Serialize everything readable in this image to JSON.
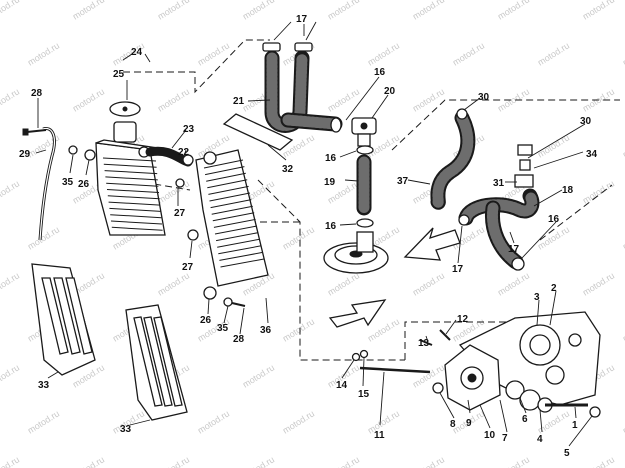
{
  "watermark": "motod.ru",
  "callouts": [
    "1",
    "2",
    "3",
    "4",
    "5",
    "6",
    "7",
    "8",
    "9",
    "10",
    "11",
    "12",
    "13",
    "14",
    "15",
    "16",
    "17",
    "18",
    "19",
    "20",
    "21",
    "22",
    "23",
    "24",
    "25",
    "26",
    "27",
    "28",
    "29",
    "30",
    "31",
    "32",
    "33",
    "34",
    "35",
    "36",
    "37"
  ]
}
